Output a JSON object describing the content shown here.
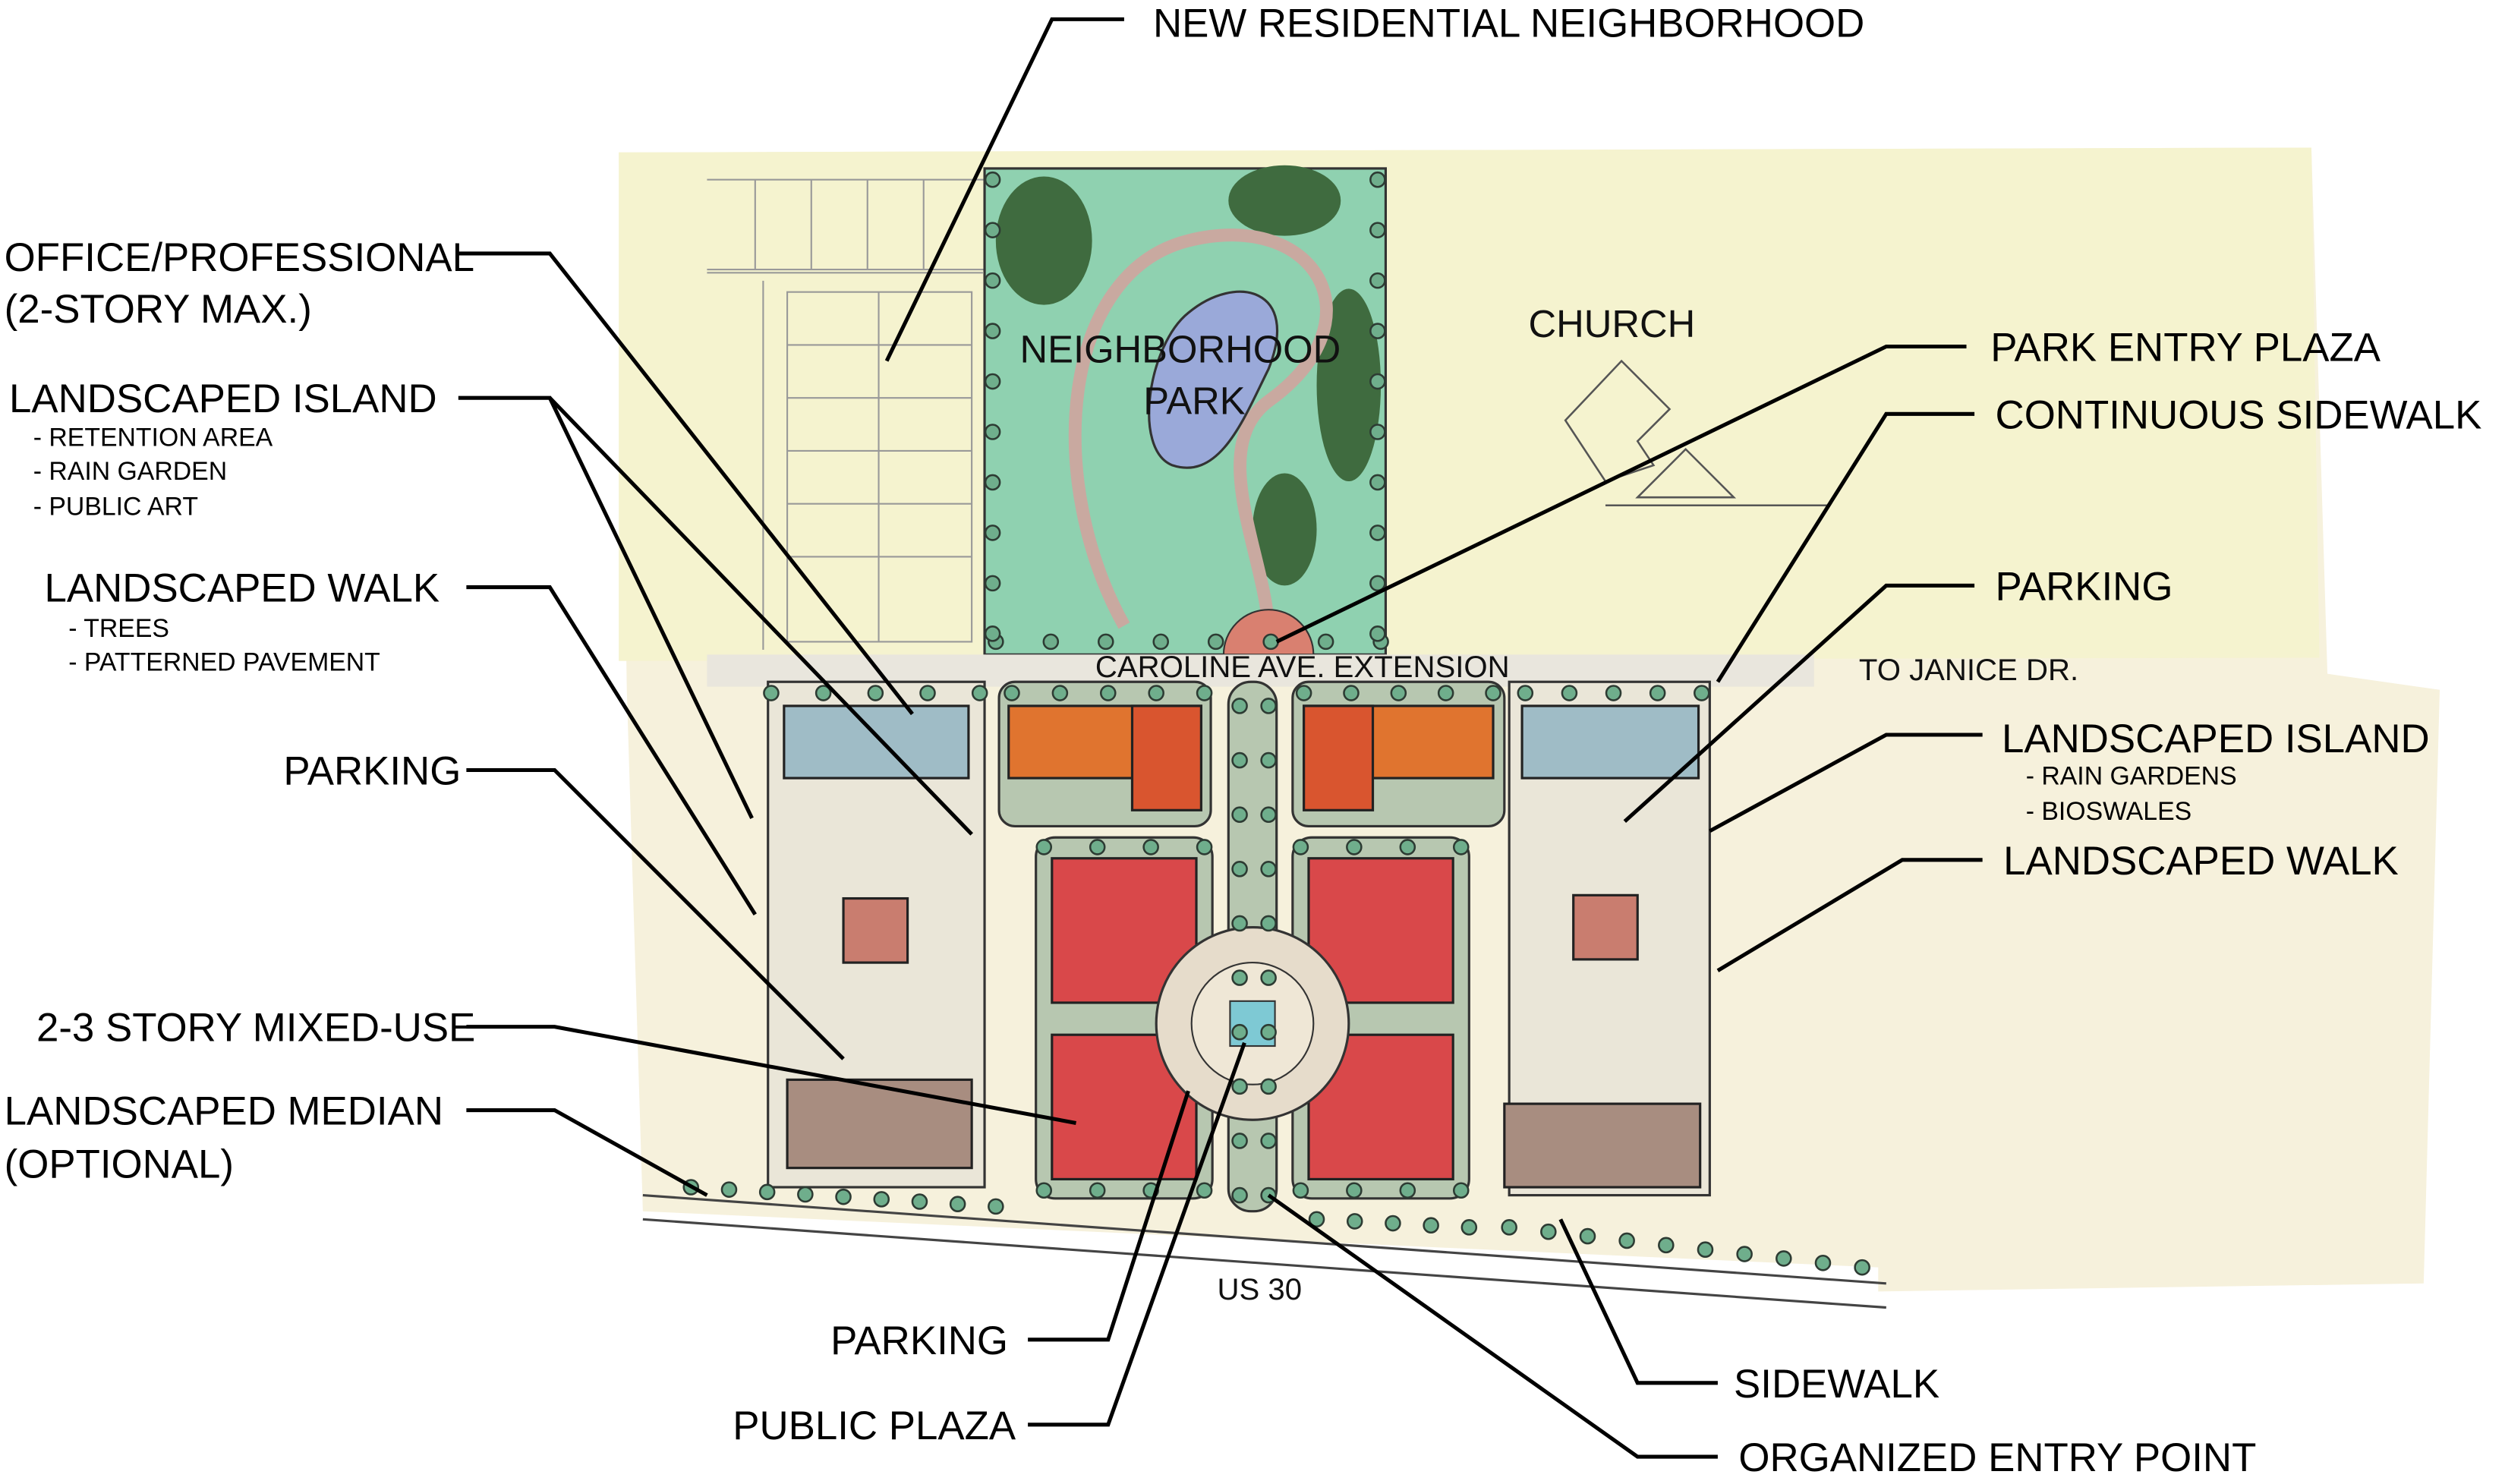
{
  "callouts": {
    "new_residential": "NEW RESIDENTIAL NEIGHBORHOOD",
    "office_line1": "OFFICE/PROFESSIONAL",
    "office_line2": "(2-STORY MAX.)",
    "island_left": "LANDSCAPED ISLAND",
    "island_left_items": [
      "- RETENTION AREA",
      "- RAIN GARDEN",
      "- PUBLIC ART"
    ],
    "walk_left": "LANDSCAPED WALK",
    "walk_left_items": [
      "- TREES",
      "- PATTERNED PAVEMENT"
    ],
    "parking_left": "PARKING",
    "mixed_use": "2-3 STORY MIXED-USE",
    "median_line1": "LANDSCAPED MEDIAN",
    "median_line2": "(OPTIONAL)",
    "parking_bottom": "PARKING",
    "public_plaza": "PUBLIC PLAZA",
    "sidewalk": "SIDEWALK",
    "entry_point": "ORGANIZED ENTRY POINT",
    "park_entry": "PARK ENTRY PLAZA",
    "continuous_sidewalk": "CONTINUOUS SIDEWALK",
    "parking_right": "PARKING",
    "island_right": "LANDSCAPED ISLAND",
    "island_right_items": [
      "- RAIN GARDENS",
      "- BIOSWALES"
    ],
    "walk_right": "LANDSCAPED WALK"
  },
  "map_labels": {
    "church": "CHURCH",
    "park_line1": "NEIGHBORHOOD",
    "park_line2": "PARK",
    "street": "CAROLINE AVE. EXTENSION",
    "to_janice": "TO JANICE DR.",
    "highway": "US 30"
  },
  "colors": {
    "paper": "#f6f1dc",
    "park": "#8fd1b0",
    "mixed_use_roof": "#d9484a",
    "office_roof": "#e0742f",
    "civic_roof": "#9fbcc6",
    "parking_roof": "#a88d80"
  }
}
